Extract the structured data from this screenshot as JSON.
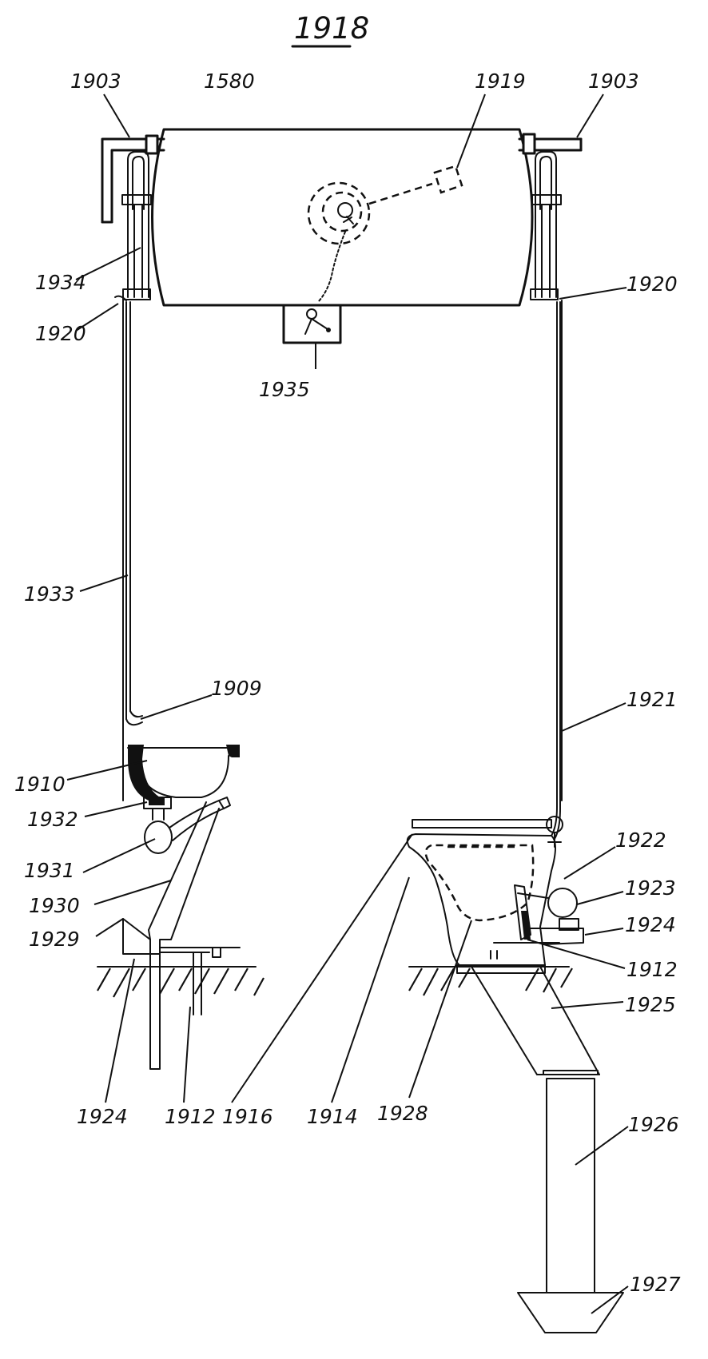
{
  "figure": {
    "number": "1918",
    "references": {
      "r1903a": "1903",
      "r1580": "1580",
      "r1919": "1919",
      "r1903b": "1903",
      "r1934": "1934",
      "r1920a": "1920",
      "r1920b": "1920",
      "r1935": "1935",
      "r1933": "1933",
      "r1909": "1909",
      "r1921": "1921",
      "r1910": "1910",
      "r1932": "1932",
      "r1922": "1922",
      "r1931": "1931",
      "r1923": "1923",
      "r1930": "1930",
      "r1924a": "1924",
      "r1929": "1929",
      "r1912a": "1912",
      "r1925": "1925",
      "r1924b": "1924",
      "r1912b": "1912",
      "r1916": "1916",
      "r1914": "1914",
      "r1928": "1928",
      "r1926": "1926",
      "r1927": "1927"
    }
  }
}
